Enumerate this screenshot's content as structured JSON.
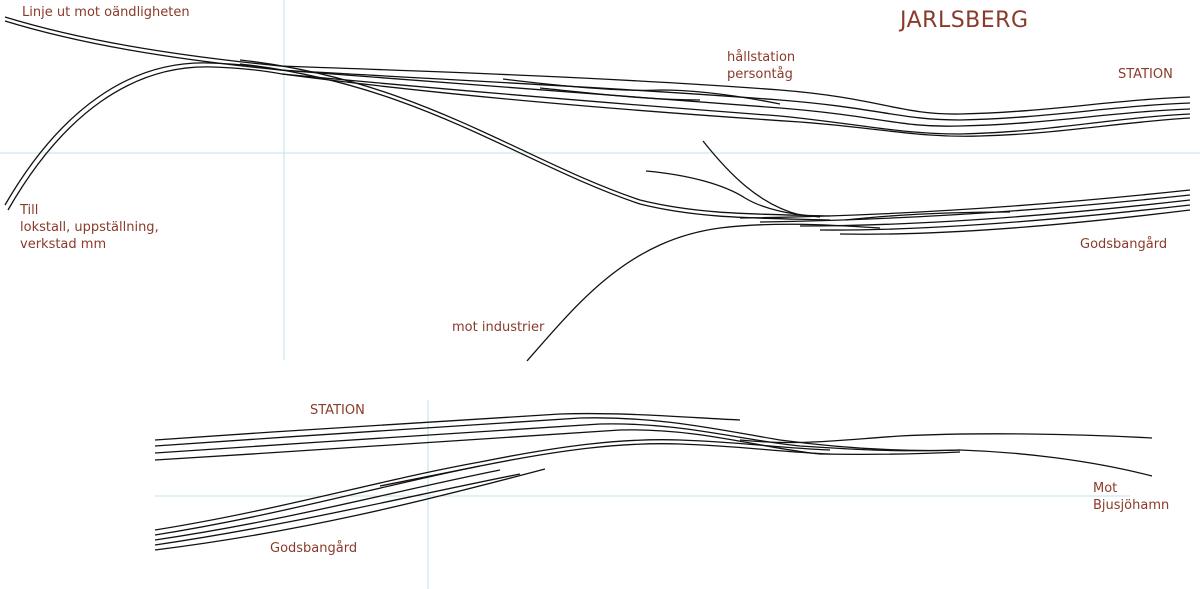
{
  "colors": {
    "label": "#8a3a2a",
    "track": "#111111",
    "grid": "#bfe3ea"
  },
  "title": "JARLSBERG",
  "labels": {
    "line_out": "Linje ut mot oändligheten",
    "halt_station": "hållstation\npersontåg",
    "station_top": "STATION",
    "depot": "Till\nlokstall, uppställning,\nverkstad mm",
    "goods_yard_top": "Godsbangård",
    "industry": "mot industrier",
    "station_bottom": "STATION",
    "goods_yard_bottom": "Godsbangård",
    "bjusjohamn": "Mot\nBjusjöhamn"
  }
}
